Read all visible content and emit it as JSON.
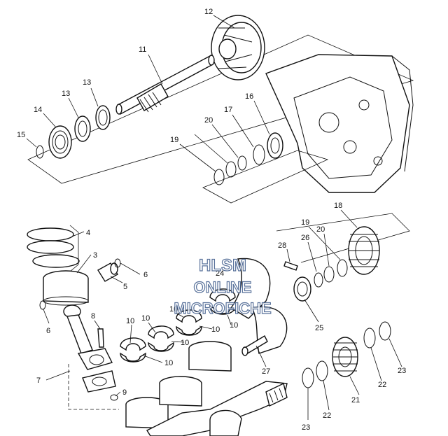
{
  "callouts": [
    {
      "id": "c12a",
      "text": "12"
    },
    {
      "id": "c11a",
      "text": "11"
    },
    {
      "id": "c13a",
      "text": "13"
    },
    {
      "id": "c13b",
      "text": "13"
    },
    {
      "id": "c14a",
      "text": "14"
    },
    {
      "id": "c15a",
      "text": "15"
    },
    {
      "id": "c16a",
      "text": "16"
    },
    {
      "id": "c17a",
      "text": "17"
    },
    {
      "id": "c20a",
      "text": "20"
    },
    {
      "id": "c19a",
      "text": "19"
    },
    {
      "id": "c18a",
      "text": "18"
    },
    {
      "id": "c4a",
      "text": "4"
    },
    {
      "id": "c3a",
      "text": "3"
    },
    {
      "id": "c6a",
      "text": "6"
    },
    {
      "id": "c5a",
      "text": "5"
    },
    {
      "id": "c6b",
      "text": "6"
    },
    {
      "id": "c8a",
      "text": "8"
    },
    {
      "id": "c7a",
      "text": "7"
    },
    {
      "id": "c9a",
      "text": "9"
    },
    {
      "id": "c10a",
      "text": "10"
    },
    {
      "id": "c10b",
      "text": "10"
    },
    {
      "id": "c10c",
      "text": "10"
    },
    {
      "id": "c10d",
      "text": "10"
    },
    {
      "id": "c10e",
      "text": "10"
    },
    {
      "id": "c10f",
      "text": "10"
    },
    {
      "id": "c10g",
      "text": "10"
    },
    {
      "id": "c28a",
      "text": "28"
    },
    {
      "id": "c26a",
      "text": "26"
    },
    {
      "id": "c20b",
      "text": "20"
    },
    {
      "id": "c19b",
      "text": "19"
    },
    {
      "id": "c24a",
      "text": "24"
    },
    {
      "id": "c25a",
      "text": "25"
    },
    {
      "id": "c27a",
      "text": "27"
    },
    {
      "id": "c21a",
      "text": "21"
    },
    {
      "id": "c22a",
      "text": "22"
    },
    {
      "id": "c22b",
      "text": "22"
    },
    {
      "id": "c23a",
      "text": "23"
    },
    {
      "id": "c23b",
      "text": "23"
    }
  ],
  "watermark": {
    "line1": "HLSM",
    "line2": "ONLINE",
    "line3": "MICROFICHE"
  }
}
